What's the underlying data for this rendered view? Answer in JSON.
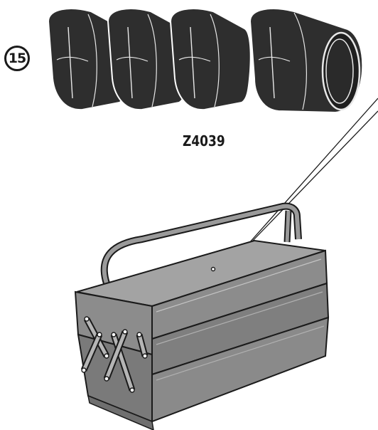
{
  "step": {
    "number": "15"
  },
  "part": {
    "code": "Z4039",
    "quantity": 4
  },
  "colors": {
    "ink": "#1a1a1a",
    "cap_fill": "#2e2e2e",
    "box_fill": "#8c8c8c",
    "box_light": "#a3a3a3",
    "box_dark": "#6f6f6f"
  },
  "icons": {
    "caps": "pipe-end-cap-icon",
    "toolbox": "cantilever-toolbox-icon"
  }
}
